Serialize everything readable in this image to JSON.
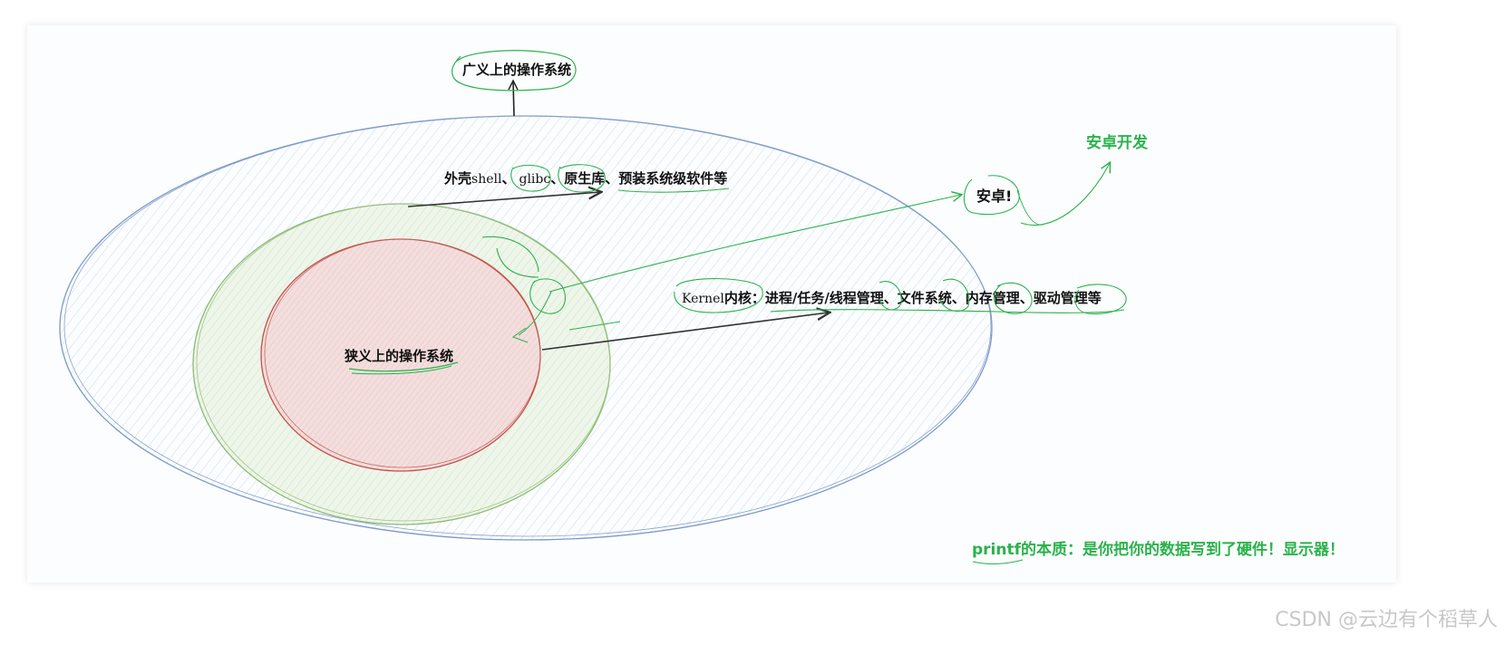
{
  "diagram": {
    "label_broad_os": "广义上的操作系统",
    "label_shell_prefix": "外壳",
    "label_shell": "shell",
    "label_sep1": "、",
    "label_glibc": "glibc",
    "label_sep2": "、",
    "label_rest": "原生库、预装系统级软件等",
    "label_kernel": "Kernel",
    "label_kernel_desc": "内核：进程/任务/线程管理、文件系统、内存管理、驱动管理等",
    "label_narrow_os": "狭义上的操作系统",
    "label_android": "安卓!",
    "label_android_dev": "安卓开发",
    "label_printf_note": "printf的本质：是你把你的数据写到了硬件！显示器！"
  },
  "colors": {
    "outer_stroke": "#7d98c8",
    "outer_hatch": "#c9d9ef",
    "middle_stroke": "#8dbb74",
    "middle_hatch": "#d5e8c8",
    "inner_stroke": "#c0504a",
    "inner_fill": "#f3dedd",
    "annotation_green": "#2bb24c",
    "arrow_dark": "#333333"
  },
  "watermark": "CSDN @云边有个稻草人"
}
